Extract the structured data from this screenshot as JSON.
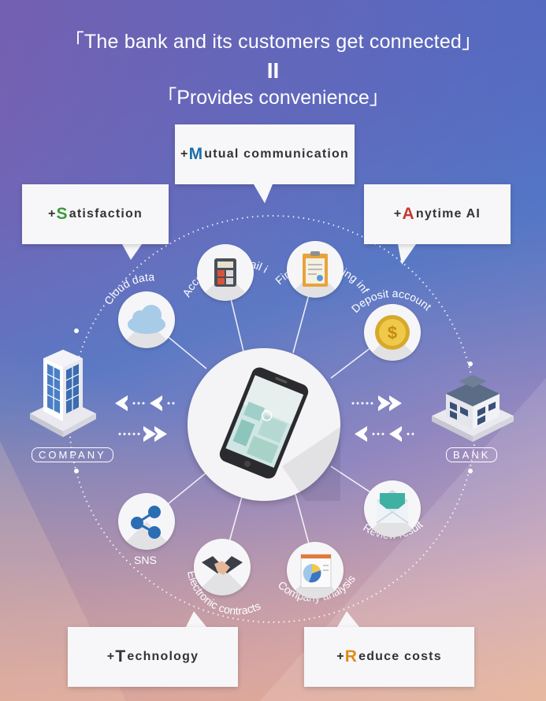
{
  "header": {
    "line1": "「The bank and its customers get connected」",
    "equals": "II",
    "line2": "「Provides convenience」"
  },
  "callouts": {
    "mutual": {
      "plus": "+",
      "initial": "M",
      "rest": "utual communication",
      "accent": "#1d6fa8"
    },
    "satisfaction": {
      "plus": "+",
      "initial": "S",
      "rest": "atisfaction",
      "accent": "#3a9a3a"
    },
    "anytime": {
      "plus": "+",
      "initial": "A",
      "rest": "nytime AI",
      "accent": "#c8372e"
    },
    "technology": {
      "plus": "+",
      "initial": "T",
      "rest": "echnology",
      "accent": "#333333"
    },
    "reduce": {
      "plus": "+",
      "initial": "R",
      "rest": "educe costs",
      "accent": "#e08a1a"
    }
  },
  "nodes": {
    "accounting": "Accounting detail information",
    "financial": "Financial closing information",
    "cloud": "Cloud data",
    "deposit": "Deposit account",
    "sns": "SNS",
    "review": "Review result",
    "contracts": "Electronic contracts",
    "analysis": "Company analysis"
  },
  "sides": {
    "company": "COMPANY",
    "bank": "BANK"
  }
}
